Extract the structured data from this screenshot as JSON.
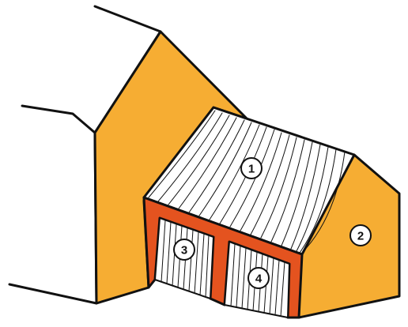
{
  "colors": {
    "wall_orange": "#f6ad33",
    "frame_red": "#e4531f",
    "outline": "#111111",
    "white": "#ffffff"
  },
  "labels": {
    "roof": "1",
    "side_wall": "2",
    "door_left": "3",
    "door_right": "4"
  }
}
